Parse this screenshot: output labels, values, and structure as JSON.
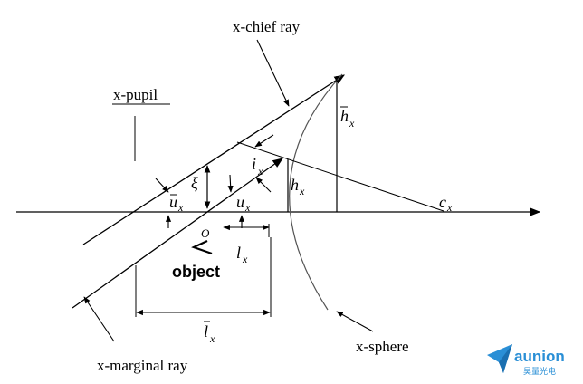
{
  "labels": {
    "chief_ray": "x-chief ray",
    "pupil": "x-pupil",
    "marginal_ray": "x-marginal ray",
    "sphere": "x-sphere",
    "object_word": "object",
    "object_point": "O",
    "h_bar": "h",
    "h_bar_sub": "x",
    "h": "h",
    "h_sub": "x",
    "i": "i",
    "i_sub": "x",
    "xi": "ξ",
    "u_bar": "u",
    "u_bar_sub": "x",
    "u": "u",
    "u_sub": "x",
    "l": "l",
    "l_sub": "x",
    "l_bar": "l",
    "l_bar_sub": "x",
    "c": "c",
    "c_sub": "x"
  },
  "logo": {
    "brand": "aunion",
    "subtitle": "昊量光电",
    "color": "#2a8fd6"
  },
  "colors": {
    "line": "#000000",
    "sphere": "#555555",
    "background": "#ffffff"
  }
}
